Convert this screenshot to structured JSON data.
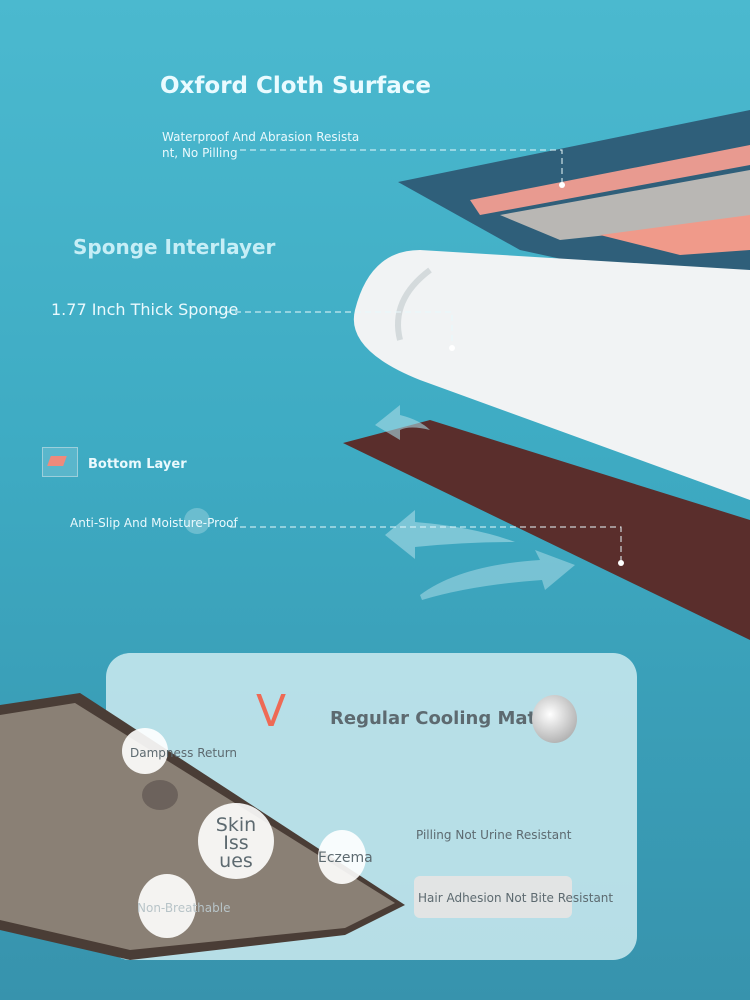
{
  "layers": {
    "top": {
      "title": "Oxford Cloth Surface",
      "desc_line1": "Waterproof And Abrasion Resista",
      "desc_line2": "nt, No Pilling"
    },
    "middle": {
      "title": "Sponge Interlayer",
      "desc": "1.77 Inch Thick Sponge"
    },
    "bottom": {
      "title": "Bottom Layer",
      "desc": "Anti-Slip And Moisture-Proof"
    }
  },
  "comparison": {
    "mark": "V",
    "title": "Regular Cooling Mat",
    "issues": [
      "Dampness Return",
      "Skin Iss ues",
      "Eczema",
      "Non-Breathable",
      "Pilling Not Urine Resistant",
      "Hair Adhesion Not Bite Resistant"
    ]
  },
  "colors": {
    "accent": "#ee6a55",
    "panel_text": "#5d6a70"
  }
}
